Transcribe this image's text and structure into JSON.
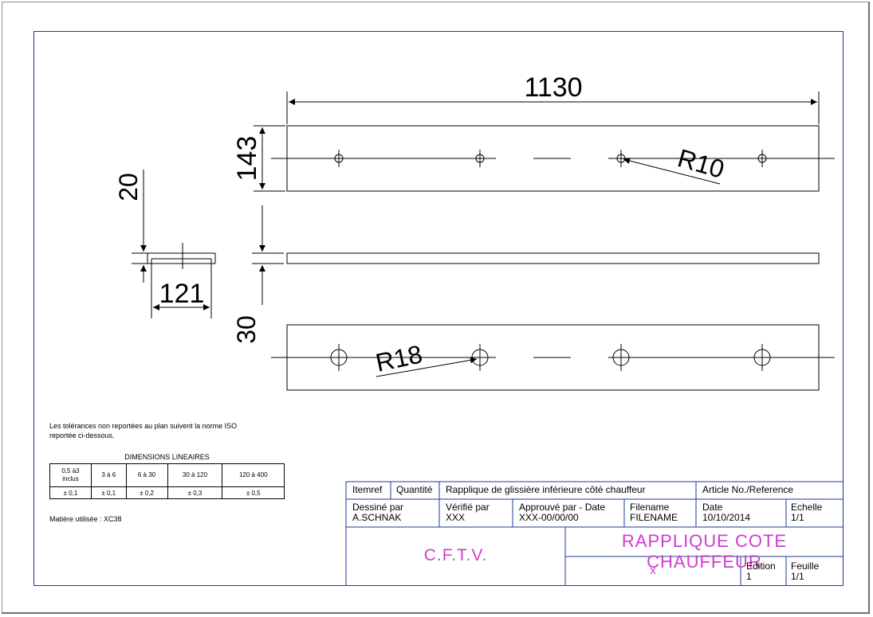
{
  "drawing": {
    "dimensions": {
      "overall_length": "1130",
      "top_width": "143",
      "hole_radius_top": "R10",
      "thickness_side": "20",
      "profile_width": "121",
      "bottom_offset": "30",
      "hole_radius_bottom": "R18"
    }
  },
  "notes": {
    "tolerance_note_line1": "Les tolérances non reportées au plan suivent la norme ISO",
    "tolerance_note_line2": "reportée ci-dessous.",
    "table_title": "DIMENSIONS LINEAIRES",
    "table_headers": [
      "0,5 à3\ninclus",
      "3 à 6",
      "6 à 30",
      "30 à 120",
      "120 à 400"
    ],
    "table_values": [
      "± 0,1",
      "± 0,1",
      "± 0,2",
      "± 0,3",
      "± 0,5"
    ],
    "material": "Matière utilisée : XC38"
  },
  "title_block": {
    "itemref": "Itemref",
    "quantite": "Quantité",
    "description": "Rapplique de glissière inférieure côté chauffeur",
    "article_ref": "Article No./Reference",
    "dessine_label": "Dessiné par",
    "dessine_value": "A.SCHNAK",
    "verifie_label": "Vérifié par",
    "verifie_value": "XXX",
    "approuve_label": "Approuvé par - Date",
    "approuve_value": "XXX-00/00/00",
    "filename_label": "Filename",
    "filename_value": "FILENAME",
    "date_label": "Date",
    "date_value": "10/10/2014",
    "echelle_label": "Echelle",
    "echelle_value": "1/1",
    "company": "C.F.T.V.",
    "title": "RAPPLIQUE COTE CHAUFFEUR",
    "subtitle": "x",
    "edition_label": "Edition",
    "edition_value": "1",
    "feuille_label": "Feuille",
    "feuille_value": "1/1"
  },
  "colors": {
    "border": "#1e3a9c",
    "accent": "#d13bd1",
    "line": "#000000"
  }
}
